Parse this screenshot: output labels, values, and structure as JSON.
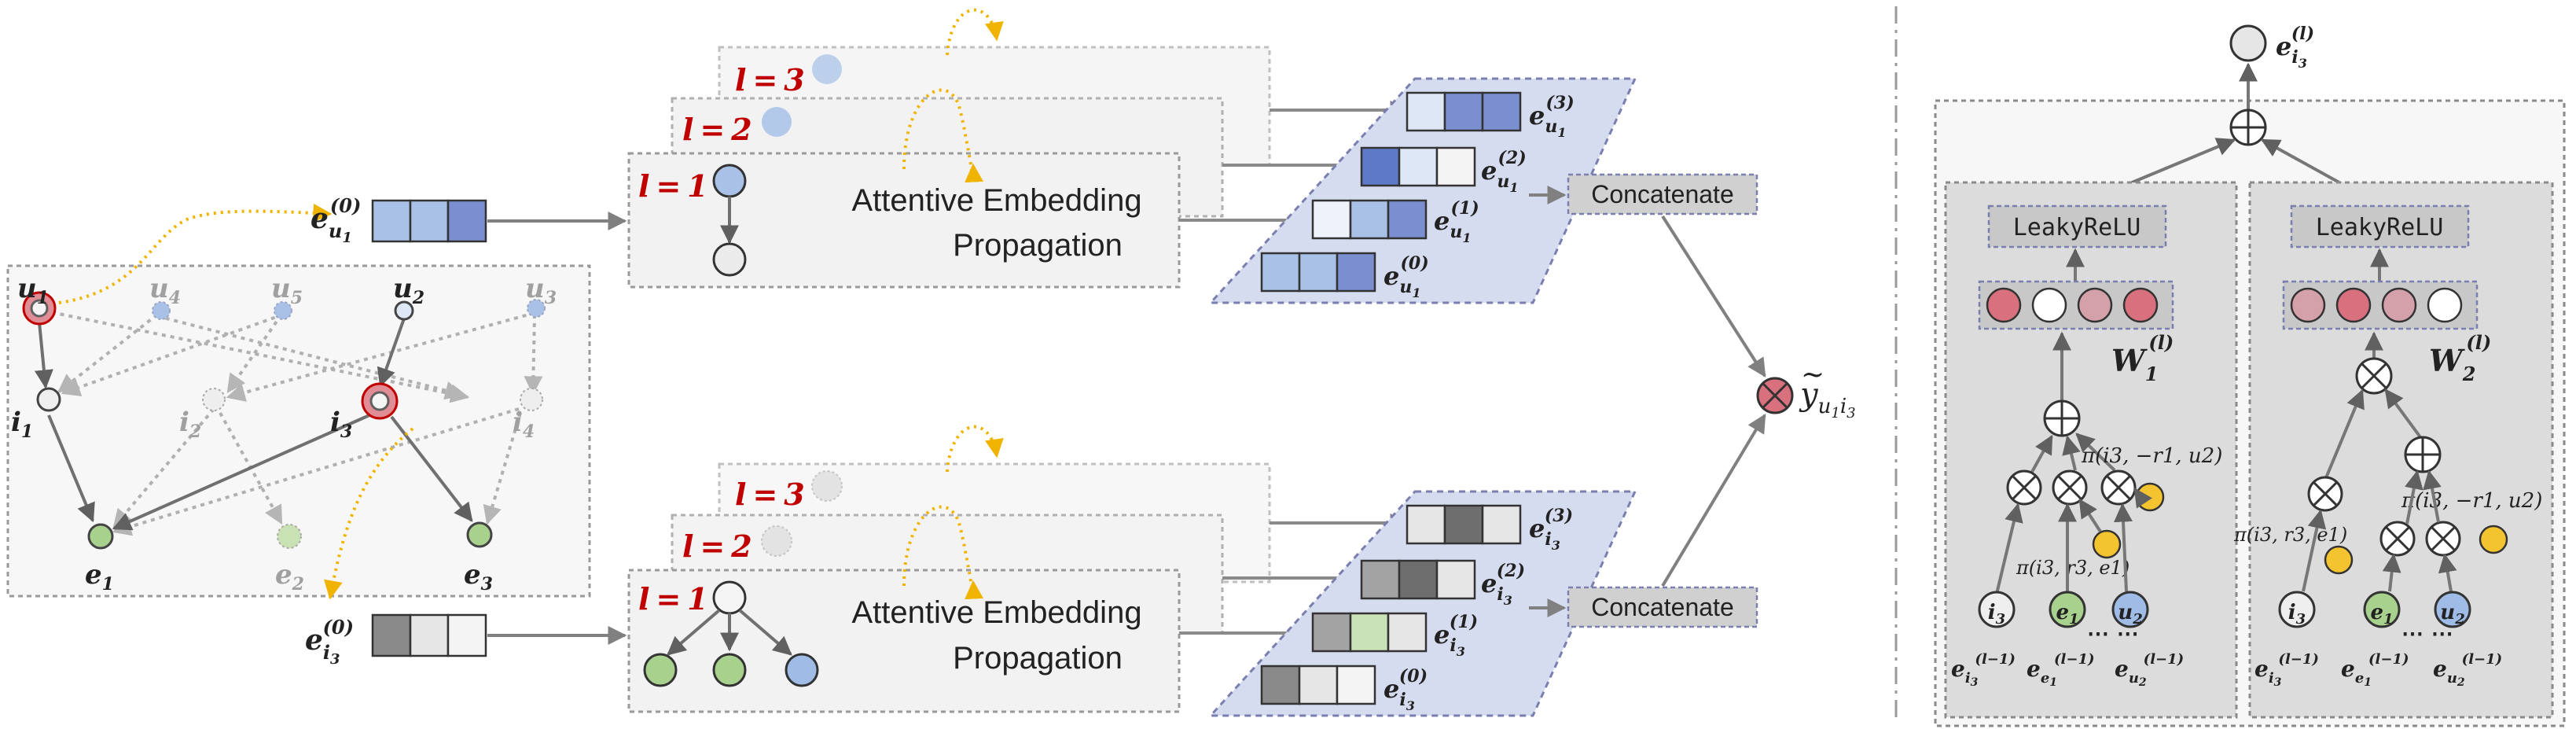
{
  "colors": {
    "blue_dark": "#7b8fd0",
    "blue_mid": "#a9c1e6",
    "blue_light": "#dde7f6",
    "gray_dark": "#777777",
    "gray_mid": "#a9a9a9",
    "gray_light": "#e6e6e6",
    "green_cell": "#c9e3b6",
    "node_green": "#a9d18e",
    "node_blue": "#9fbce6",
    "node_yellow": "#f4c430",
    "node_pink": "#d98a96",
    "layer_red": "#c00000",
    "arrow_orange": "#f0b400",
    "box_fill": "#f2f2f2",
    "plate_fill": "#d6dcf0"
  },
  "graph": {
    "nodes": {
      "u1": {
        "letter": "u",
        "sub": "1"
      },
      "u4": {
        "letter": "u",
        "sub": "4"
      },
      "u5": {
        "letter": "u",
        "sub": "5"
      },
      "u2": {
        "letter": "u",
        "sub": "2"
      },
      "u3": {
        "letter": "u",
        "sub": "3"
      },
      "i1": {
        "letter": "i",
        "sub": "1"
      },
      "i2": {
        "letter": "i",
        "sub": "2"
      },
      "i3": {
        "letter": "i",
        "sub": "3"
      },
      "i4": {
        "letter": "i",
        "sub": "4"
      },
      "e1": {
        "letter": "e",
        "sub": "1"
      },
      "e2": {
        "letter": "e",
        "sub": "2"
      },
      "e3": {
        "letter": "e",
        "sub": "3"
      }
    }
  },
  "user_path": {
    "input_label": {
      "base": "e",
      "sub": "u",
      "subsub": "1",
      "sup": "(0)"
    },
    "layers": [
      {
        "l": "l",
        "eq": "=",
        "n": "1"
      },
      {
        "l": "l",
        "eq": "=",
        "n": "2"
      },
      {
        "l": "l",
        "eq": "=",
        "n": "3"
      }
    ],
    "module_line1": "Attentive Embedding",
    "module_line2": "Propagation",
    "stack_labels": [
      {
        "base": "e",
        "sub": "u",
        "subsub": "1",
        "sup": "(3)"
      },
      {
        "base": "e",
        "sub": "u",
        "subsub": "1",
        "sup": "(2)"
      },
      {
        "base": "e",
        "sub": "u",
        "subsub": "1",
        "sup": "(1)"
      },
      {
        "base": "e",
        "sub": "u",
        "subsub": "1",
        "sup": "(0)"
      }
    ],
    "concat_label": "Concatenate"
  },
  "item_path": {
    "input_label": {
      "base": "e",
      "sub": "i",
      "subsub": "3",
      "sup": "(0)"
    },
    "layers": [
      {
        "l": "l",
        "eq": "=",
        "n": "1"
      },
      {
        "l": "l",
        "eq": "=",
        "n": "2"
      },
      {
        "l": "l",
        "eq": "=",
        "n": "3"
      }
    ],
    "module_line1": "Attentive Embedding",
    "module_line2": "Propagation",
    "stack_labels": [
      {
        "base": "e",
        "sub": "i",
        "subsub": "3",
        "sup": "(3)"
      },
      {
        "base": "e",
        "sub": "i",
        "subsub": "3",
        "sup": "(2)"
      },
      {
        "base": "e",
        "sub": "i",
        "subsub": "3",
        "sup": "(1)"
      },
      {
        "base": "e",
        "sub": "i",
        "subsub": "3",
        "sup": "(0)"
      }
    ],
    "concat_label": "Concatenate"
  },
  "prediction": {
    "base": "y",
    "accent": "~",
    "sub": "u",
    "subsub1": "1",
    "sub2": "i",
    "subsub2": "3"
  },
  "aggregation": {
    "output_label": {
      "base": "e",
      "sub": "i",
      "subsub": "3",
      "sup": "(l)"
    },
    "left_branch": {
      "activation": "LeakyReLU",
      "weight": {
        "base": "W",
        "sub": "1",
        "sup": "(l)"
      },
      "pi_label": "π(i3, −r1, u2)",
      "pi_label2": "π(i3, r3, e1)",
      "bottom": [
        {
          "node": "i",
          "sub": "3",
          "lab_base": "e",
          "lab_sub": "i",
          "lab_subsub": "3",
          "lab_sup": "(l−1)"
        },
        {
          "node": "e",
          "sub": "1",
          "lab_base": "e",
          "lab_sub": "e",
          "lab_subsub": "1",
          "lab_sup": "(l−1)"
        },
        {
          "node": "u",
          "sub": "2",
          "lab_base": "e",
          "lab_sub": "u",
          "lab_subsub": "2",
          "lab_sup": "(l−1)"
        }
      ]
    },
    "right_branch": {
      "activation": "LeakyReLU",
      "weight": {
        "base": "W",
        "sub": "2",
        "sup": "(l)"
      },
      "pi_label": "π(i3, −r1, u2)",
      "pi_label2": "π(i3, r3, e1)",
      "bottom": [
        {
          "node": "i",
          "sub": "3",
          "lab_base": "e",
          "lab_sub": "i",
          "lab_subsub": "3",
          "lab_sup": "(l−1)"
        },
        {
          "node": "e",
          "sub": "1",
          "lab_base": "e",
          "lab_sub": "e",
          "lab_subsub": "1",
          "lab_sup": "(l−1)"
        },
        {
          "node": "u",
          "sub": "2",
          "lab_base": "e",
          "lab_sub": "u",
          "lab_subsub": "2",
          "lab_sup": "(l−1)"
        }
      ]
    },
    "ellipsis": "⋯ ⋯"
  },
  "icons": {
    "sum": "circle-plus-icon",
    "product": "circle-times-icon",
    "predict": "circle-times-icon"
  }
}
